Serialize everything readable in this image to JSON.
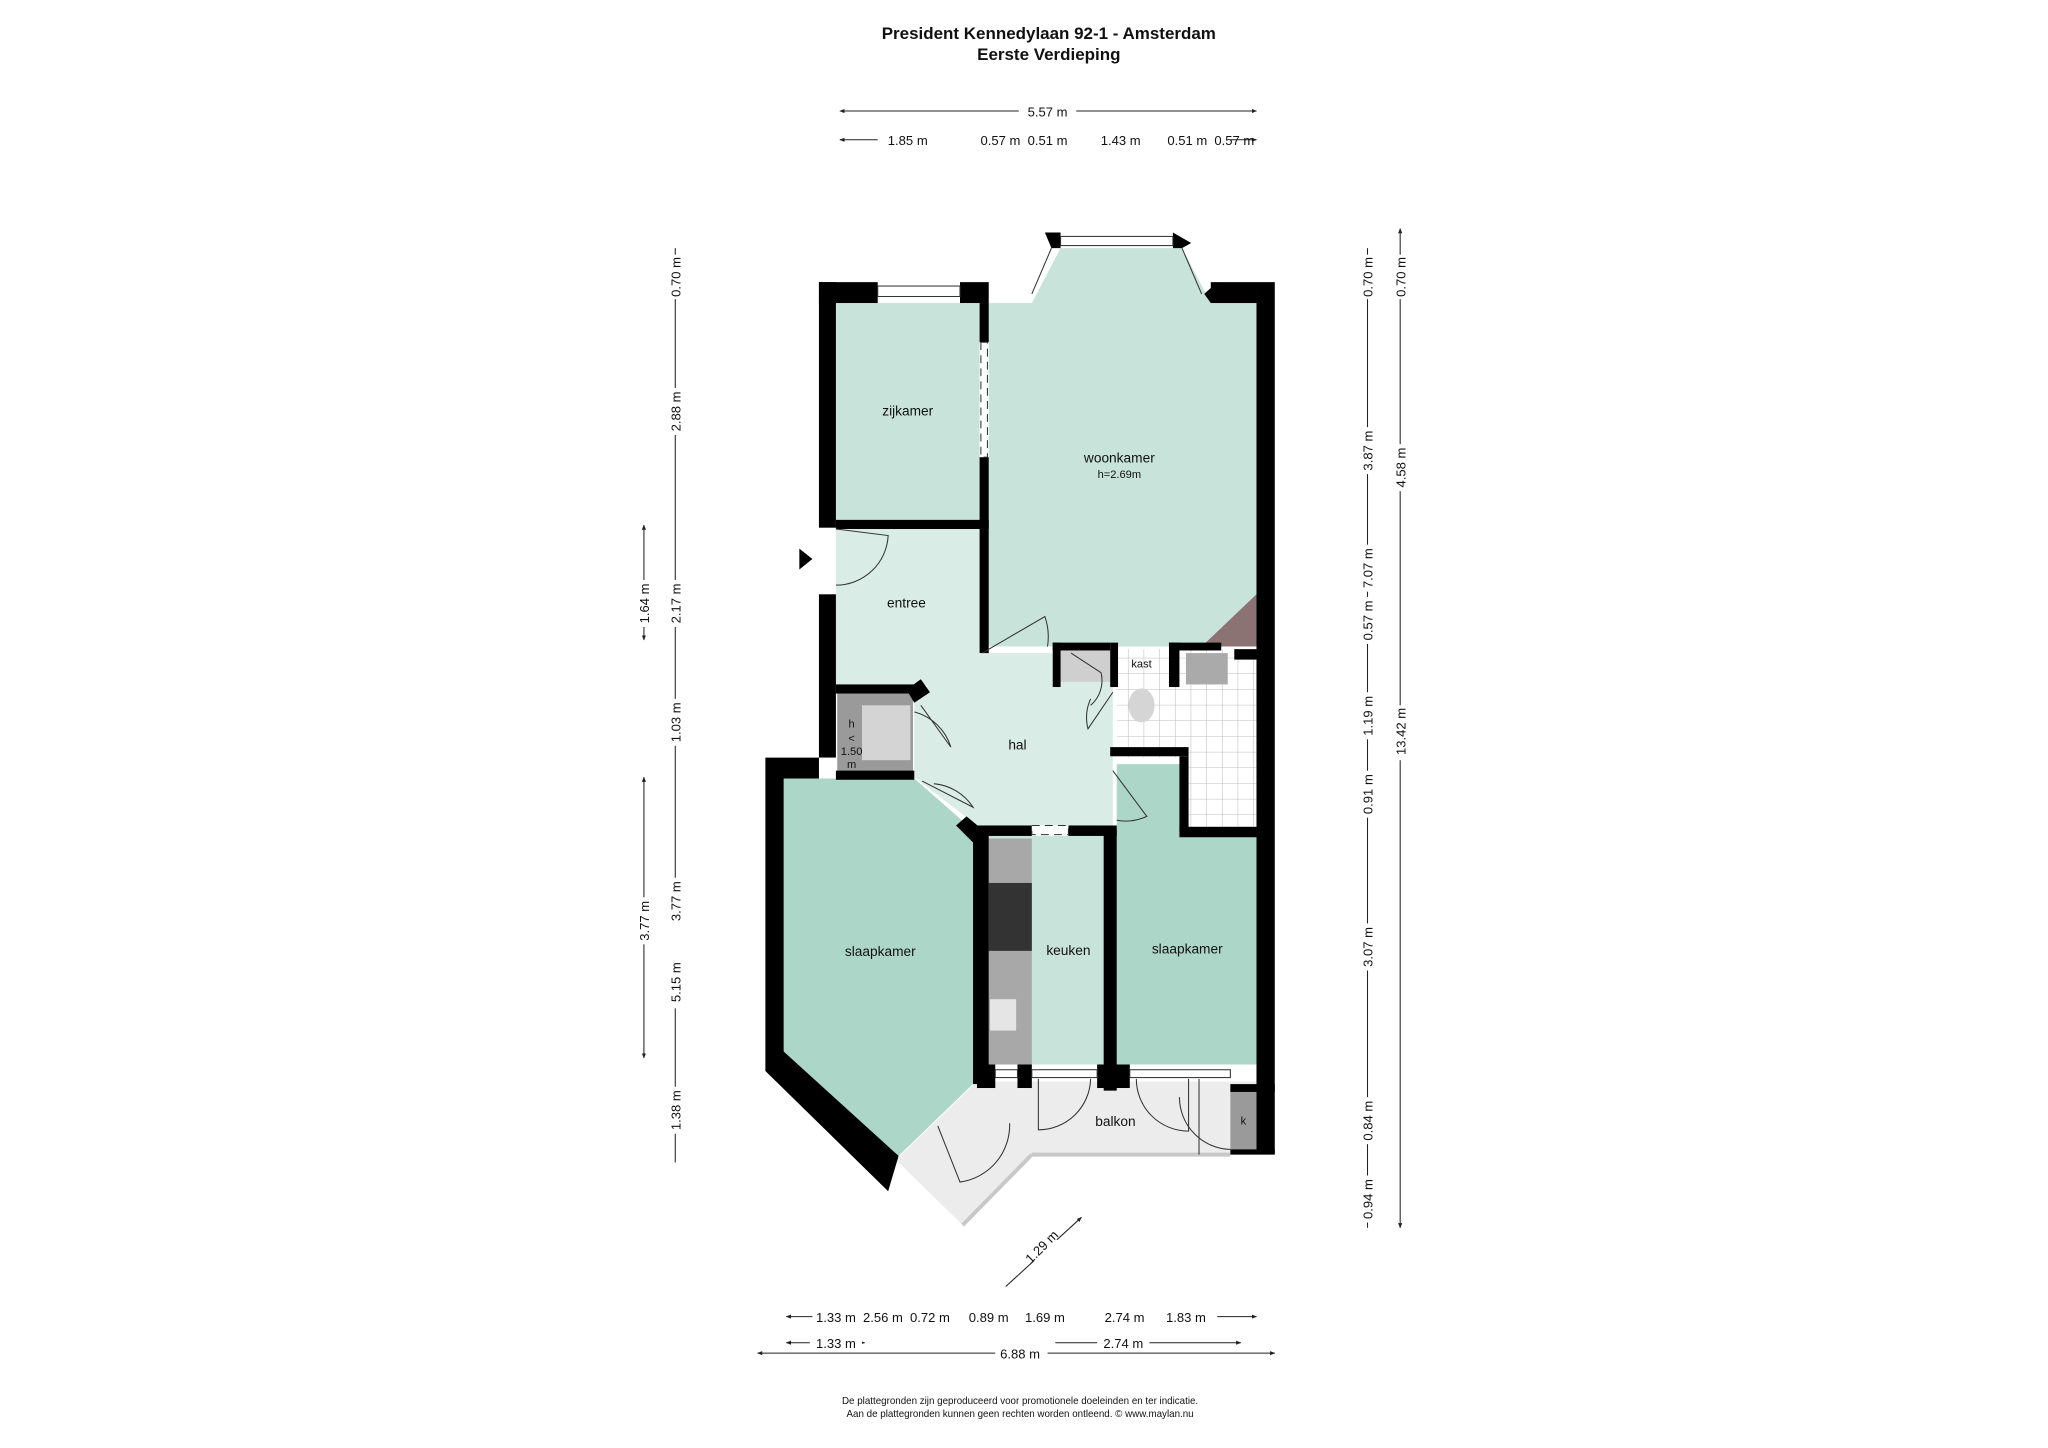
{
  "header": {
    "title": "President Kennedylaan 92-1 - Amsterdam",
    "subtitle": "Eerste Verdieping"
  },
  "rooms": {
    "zijkamer": "zijkamer",
    "woonkamer": "woonkamer",
    "woonkamer_height": "h=2.69m",
    "entree": "entree",
    "hal": "hal",
    "kast": "kast",
    "storage": [
      "h",
      "<",
      "1.50",
      "m"
    ],
    "slaapkamer_left": "slaapkamer",
    "keuken": "keuken",
    "slaapkamer_right": "slaapkamer",
    "balkon": "balkon",
    "k": "k"
  },
  "dimensions": {
    "top_total": "5.57 m",
    "top_parts": [
      "1.85 m",
      "0.57 m",
      "0.51 m",
      "1.43 m",
      "0.51 m",
      "0.57 m"
    ],
    "left_outer": [
      "1.64 m",
      "3.77 m"
    ],
    "left_inner": [
      "0.70 m",
      "2.88 m",
      "2.17 m",
      "1.03 m",
      "3.77 m",
      "5.15 m",
      "1.38 m"
    ],
    "right_inner": [
      "0.70 m",
      "3.87 m",
      "7.07 m",
      "0.57 m",
      "1.19 m",
      "0.91 m",
      "3.07 m",
      "0.84 m",
      "0.94 m"
    ],
    "right_outer": [
      "0.70 m",
      "4.58 m",
      "13.42 m"
    ],
    "bottom_parts": [
      "1.33 m",
      "2.56 m",
      "0.72 m",
      "0.89 m",
      "1.69 m",
      "2.74 m",
      "1.83 m"
    ],
    "bottom_total_row": [
      "1.33 m",
      "6.88 m",
      "2.74 m"
    ],
    "diagonal": "1.29 m"
  },
  "footer": {
    "line1": "De plattegronden zijn geproduceerd voor promotionele doeleinden en ter indicatie.",
    "line2": "Aan de plattegronden kunnen geen rechten worden ontleend. © www.maylan.nu"
  },
  "colors": {
    "room_light": "#d9ece5",
    "room_mid": "#c8e3d9",
    "room_dark": "#acd6c7",
    "storage": "#9a9a9a",
    "balcony": "#ececec",
    "stair": "#8b7373"
  }
}
